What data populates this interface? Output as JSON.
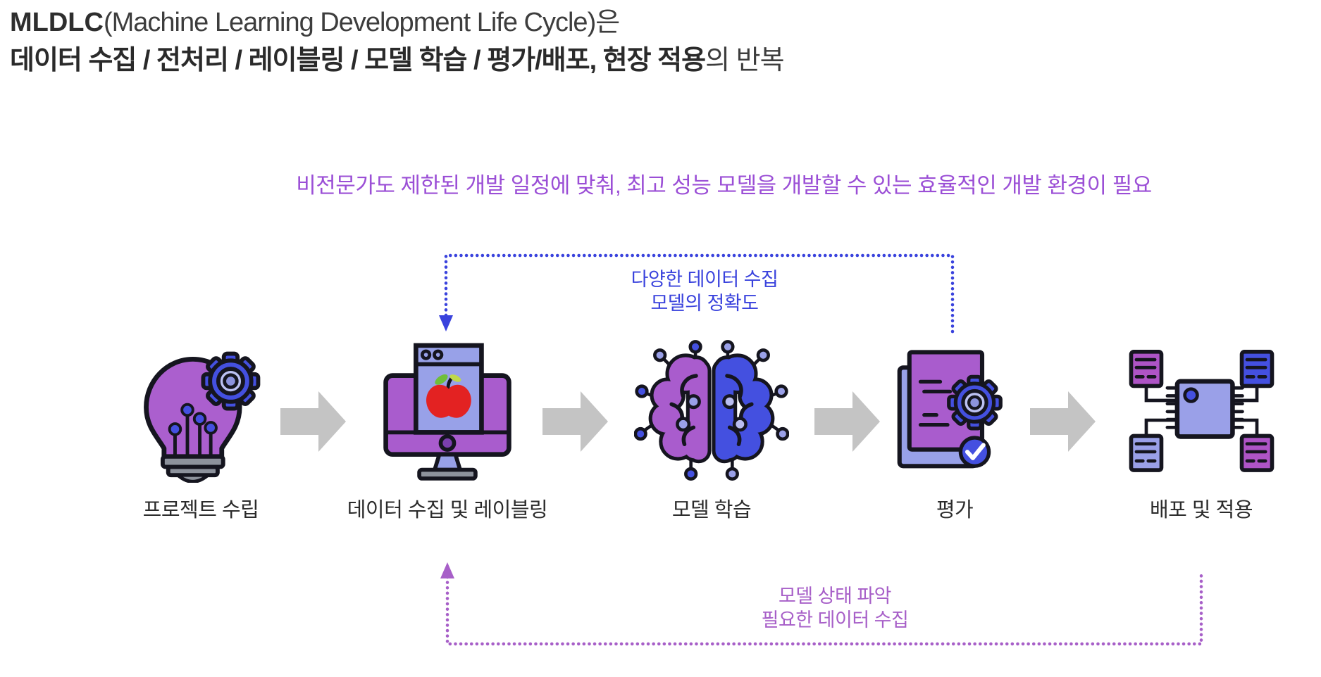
{
  "header": {
    "line1": {
      "strong": "MLDLC",
      "rest": "(Machine Learning Development Life Cycle)은"
    },
    "line2": {
      "strong": "데이터 수집 / 전처리 / 레이블링 / 모델 학습 / 평가/배포, 현장 적용",
      "rest": "의 반복"
    }
  },
  "callout": {
    "text": "비전문가도 제한된 개발 일정에 맞춰, 최고 성능 모델을 개발할 수 있는 효율적인 개발 환경이 필요"
  },
  "diagram": {
    "stages": [
      {
        "label": "프로젝트 수립",
        "icon": "lightbulb-gear-icon"
      },
      {
        "label": "데이터 수집 및 레이블링",
        "icon": "monitor-apple-icon"
      },
      {
        "label": "모델 학습",
        "icon": "brain-circuit-icon"
      },
      {
        "label": "평가",
        "icon": "document-gear-check-icon"
      },
      {
        "label": "배포 및 적용",
        "icon": "chip-network-icon"
      }
    ],
    "loops": {
      "top": {
        "line1": "다양한 데이터 수집",
        "line2": "모델의 정확도"
      },
      "bottom": {
        "line1": "모델 상태 파악",
        "line2": "필요한 데이터 수집"
      }
    }
  },
  "colors": {
    "title_text": "#3a3a3a",
    "callout_purple": "#9b4fd6",
    "loop_blue": "#3a43dd",
    "loop_purple": "#a75fc8",
    "icon_purple": "#a95ccd",
    "icon_blue": "#4450e0",
    "icon_periwinkle": "#98a1e8",
    "flow_arrow_gray": "#c4c4c4"
  }
}
